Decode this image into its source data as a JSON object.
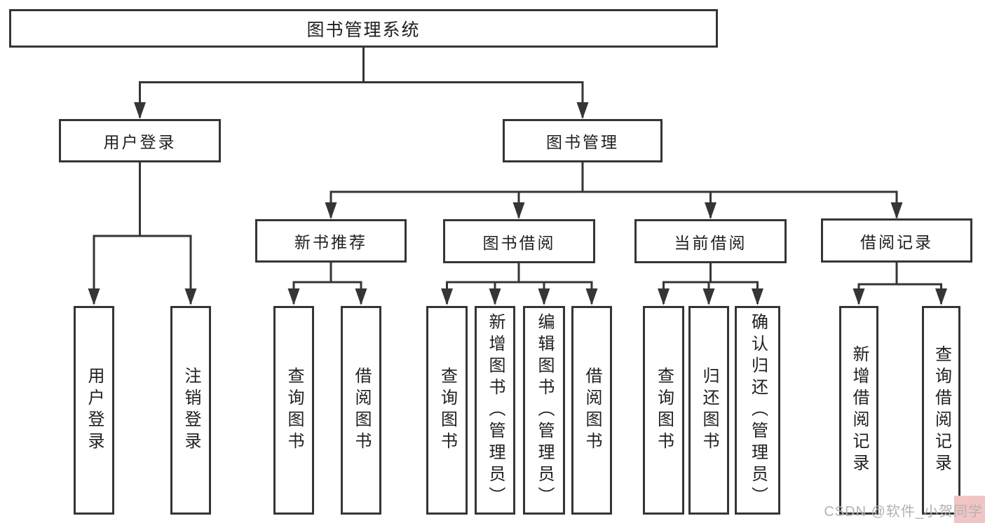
{
  "diagram": {
    "title": "图书管理系统",
    "nodes": {
      "user_login": {
        "label": "用户登录",
        "children": [
          "用户登录",
          "注销登录"
        ]
      },
      "book_mgmt": {
        "label": "图书管理"
      },
      "new_book_recommend": {
        "label": "新书推荐",
        "children": [
          "查询图书",
          "借阅图书"
        ]
      },
      "book_borrow": {
        "label": "图书借阅",
        "children": [
          "查询图书",
          "新增图书（管理员）",
          "编辑图书（管理员）",
          "借阅图书"
        ]
      },
      "current_borrow": {
        "label": "当前借阅",
        "children": [
          "查询图书",
          "归还图书",
          "确认归还（管理员）"
        ]
      },
      "borrow_record": {
        "label": "借阅记录",
        "children": [
          "新增借阅记录",
          "查询借阅记录"
        ]
      }
    }
  },
  "watermark": "CSDN @软件_小贺同学",
  "colors": {
    "line": "#353535",
    "box_border": "#353535",
    "box_background": "#ffffff",
    "text": "#1f1f1f",
    "watermark_text": "#b2b2b5",
    "watermark_badge": "#f2c5c5"
  }
}
